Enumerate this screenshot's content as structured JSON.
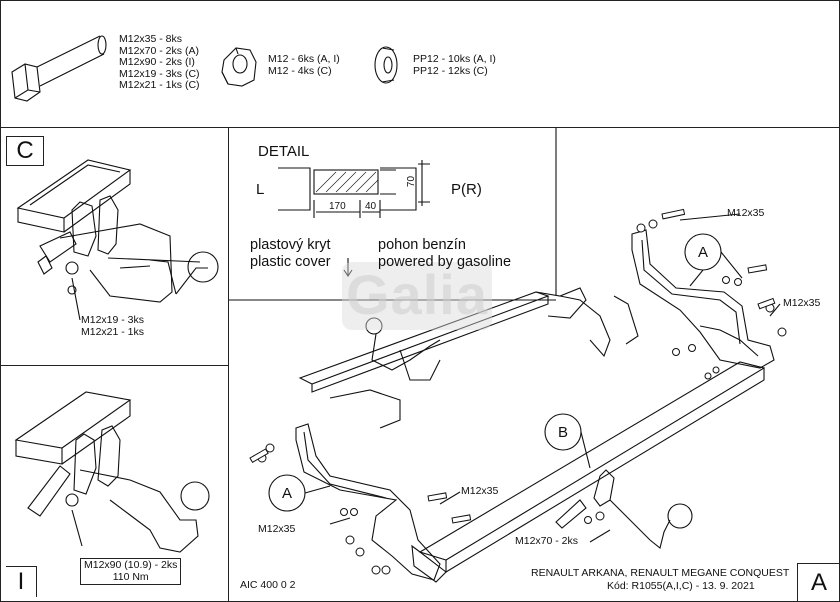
{
  "parts": {
    "bolt_lines": [
      "M12x35 - 8ks",
      "M12x70 - 2ks (A)",
      "M12x90 - 2ks (I)",
      "M12x19 - 3ks (C)",
      "M12x21 - 1ks (C)"
    ],
    "nut_lines": [
      "M12 - 6ks (A, I)",
      "M12 - 4ks (C)"
    ],
    "washer_lines": [
      "PP12 - 10ks (A, I)",
      "PP12 - 12ks (C)"
    ]
  },
  "panel_c": {
    "letter": "C",
    "bolt_label_1": "M12x19 - 3ks",
    "bolt_label_2": "M12x21 - 1ks"
  },
  "panel_i": {
    "letter": "I",
    "spec_1": "M12x90 (10.9) - 2ks",
    "spec_2": "110 Nm"
  },
  "detail": {
    "title": "DETAIL",
    "left": "L",
    "right": "P(R)",
    "dim_170": "170",
    "dim_40": "40",
    "dim_70": "70",
    "note_cz": "plastový kryt",
    "note_en": "plastic cover",
    "note2_cz": "pohon benzín",
    "note2_en": "powered by gasoline"
  },
  "main": {
    "callout_a1": "A",
    "callout_a2": "A",
    "callout_b": "B",
    "bolt_m12x35_top": "M12x35",
    "bolt_m12x35_right": "M12x35",
    "bolt_m12x35_mid": "M12x35",
    "bolt_m12x35_left": "M12x35",
    "bolt_m12x70": "M12x70 - 2ks"
  },
  "footer": {
    "code": "AIC 400 0 2",
    "vehicle": "RENAULT ARKANA, RENAULT MEGANE CONQUEST",
    "kod": "Kód: R1055(A,I,C) - 13. 9. 2021",
    "letter": "A"
  },
  "watermark": "Galia"
}
